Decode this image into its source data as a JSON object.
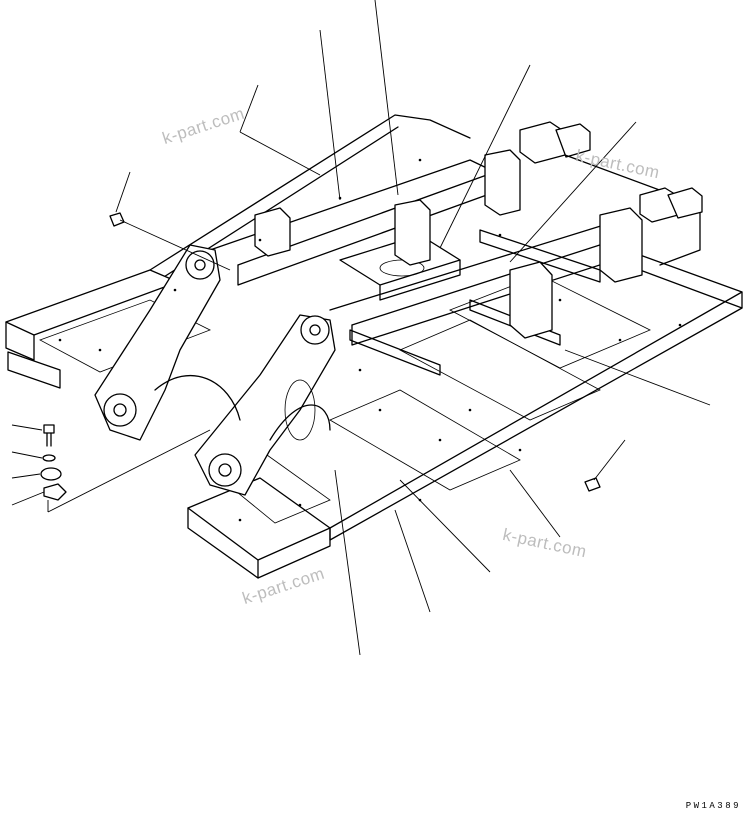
{
  "watermarks": [
    {
      "id": "wm1",
      "text": "k-part.com"
    },
    {
      "id": "wm2",
      "text": "k-part.com"
    },
    {
      "id": "wm3",
      "text": "k-part.com"
    },
    {
      "id": "wm4",
      "text": "k-part.com"
    }
  ],
  "drawing_code": "PW1A389"
}
